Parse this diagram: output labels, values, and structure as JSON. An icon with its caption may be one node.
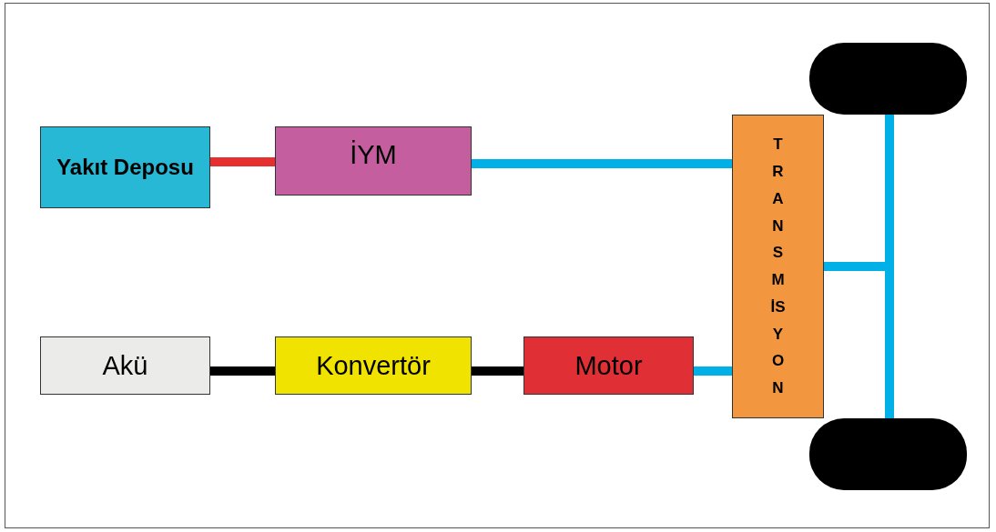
{
  "diagram": {
    "nodes": [
      {
        "text": [
          "Yakıt Deposu"
        ]
      },
      {
        "text": [
          "İYM"
        ]
      },
      {
        "text": [
          "Akü"
        ]
      },
      {
        "text": [
          "Konvertör"
        ]
      },
      {
        "text": [
          "Motor"
        ]
      },
      {
        "text": [
          "TRANSMİSYON"
        ]
      },
      {
        "text": [],
        "shape": "wheel"
      },
      {
        "text": [],
        "shape": "wheel"
      }
    ],
    "edges": [
      {
        "from": 0,
        "to": 1,
        "arrow": "none",
        "color": "#e5302f"
      },
      {
        "from": 1,
        "to": 5,
        "arrow": "none"
      },
      {
        "from": 2,
        "to": 3,
        "arrow": "none",
        "color": "#000000"
      },
      {
        "from": 3,
        "to": 4,
        "arrow": "none",
        "color": "#000000"
      },
      {
        "from": 4,
        "to": 5,
        "arrow": "none"
      },
      {
        "from": 5,
        "to": 6,
        "arrow": "none"
      },
      {
        "from": 5,
        "to": 7,
        "arrow": "none"
      }
    ]
  }
}
